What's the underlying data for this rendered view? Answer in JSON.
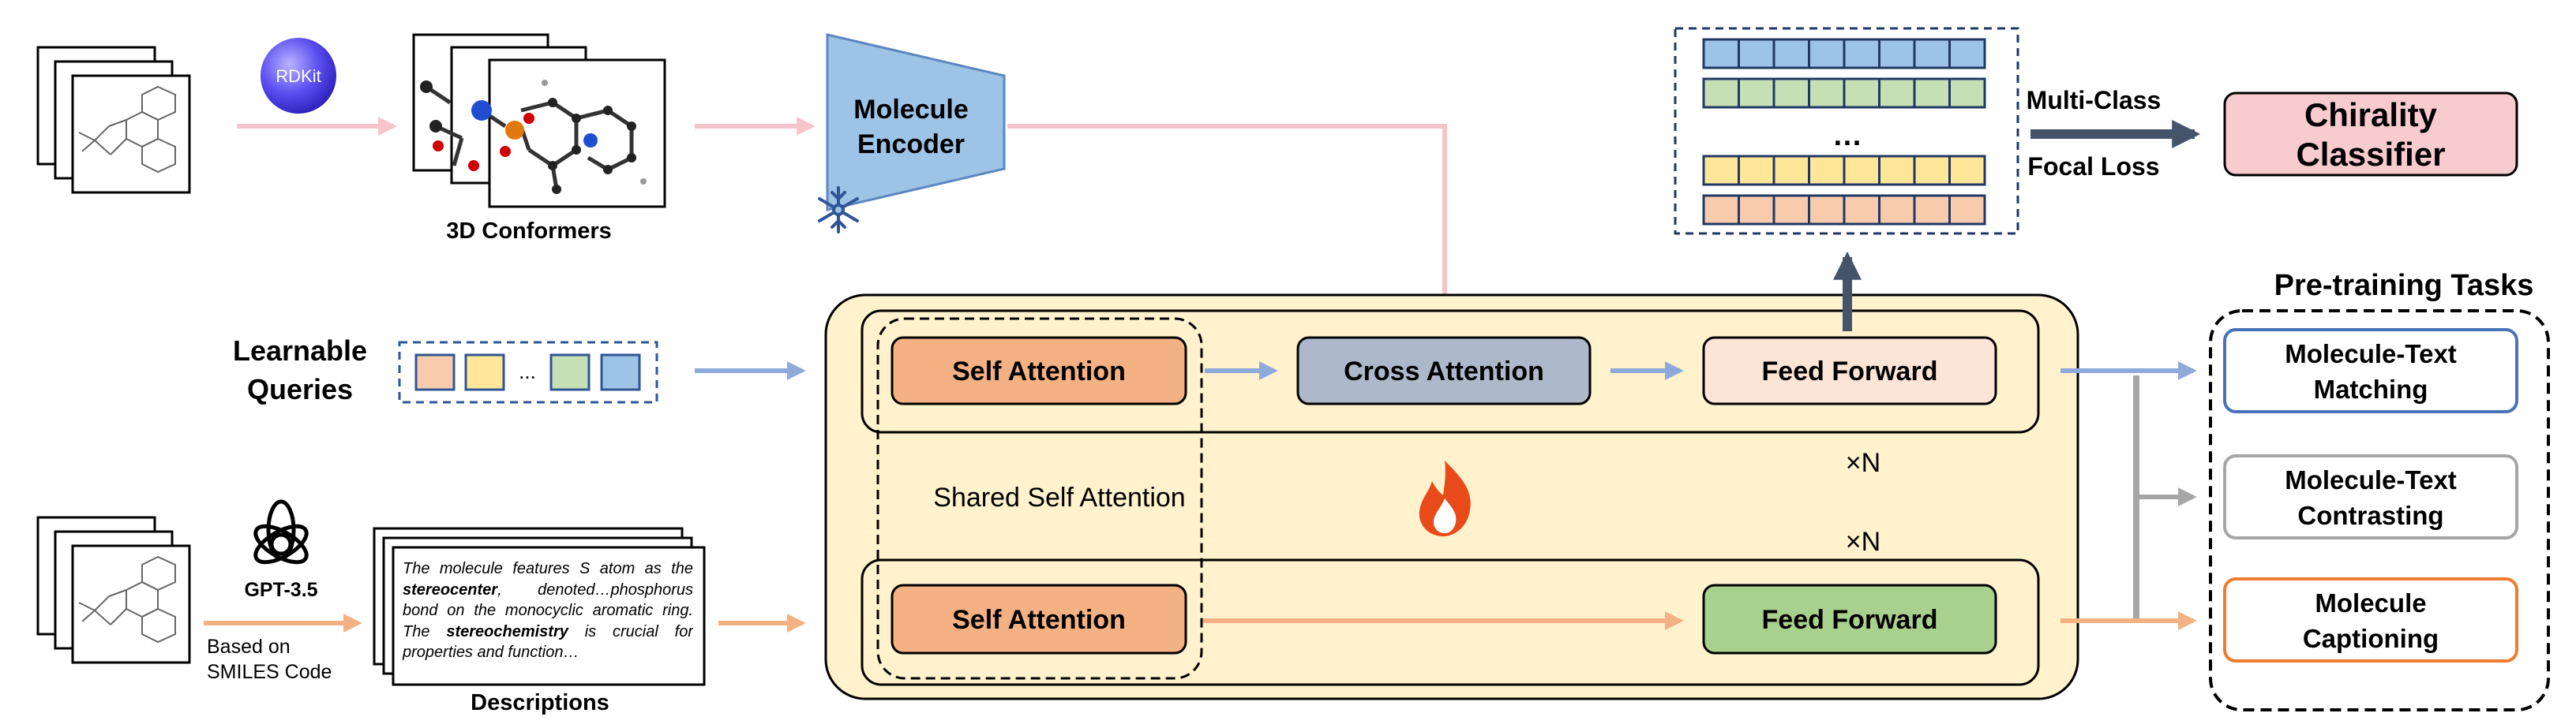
{
  "rdkit_label": "RDKit",
  "conformers_caption": "3D Conformers",
  "encoder_label": [
    "Molecule",
    "Encoder"
  ],
  "queries_label": [
    "Learnable",
    "Queries"
  ],
  "queries_ellipsis": "...",
  "gpt_label": "GPT-3.5",
  "smiles_note": [
    "Based on",
    "SMILES Code"
  ],
  "description": {
    "parts": [
      {
        "t": "The molecule features S atom as the ",
        "b": false
      },
      {
        "t": "stereocenter",
        "b": true
      },
      {
        "t": ", denoted…phosphorus bond on the monocyclic aromatic ring. The ",
        "b": false
      },
      {
        "t": "stereochemistry",
        "b": true
      },
      {
        "t": " is crucial for properties and function…",
        "b": false
      }
    ]
  },
  "descriptions_caption": "Descriptions",
  "upper_block": {
    "self_attention": "Self Attention",
    "cross_attention": "Cross Attention",
    "feed_forward": "Feed Forward"
  },
  "lower_block": {
    "self_attention": "Self Attention",
    "feed_forward": "Feed Forward"
  },
  "shared_self_attention": "Shared Self Attention",
  "repeat_upper": "×N",
  "repeat_lower": "×N",
  "output_ellipsis": "…",
  "loss_label": [
    "Multi-Class",
    "Focal Loss"
  ],
  "classifier_label": [
    "Chirality",
    "Classifier"
  ],
  "pretraining": {
    "title": "Pre-training Tasks",
    "tasks": [
      {
        "label": [
          "Molecule-Text",
          "Matching"
        ],
        "color": "#4a72b8"
      },
      {
        "label": [
          "Molecule-Text",
          "Contrasting"
        ],
        "color": "#a6a6a6"
      },
      {
        "label": [
          "Molecule",
          "Captioning"
        ],
        "color": "#ed7d31"
      }
    ]
  },
  "colors": {
    "pink_arrow": "#f8c4cc",
    "blue_arrow": "#8eaadb",
    "orange_arrow": "#f4b183",
    "gray_arrow": "#a6a6a6",
    "dark_arrow": "#44546a",
    "panel_fill": "#fff2cc",
    "self_attention": "#f4b183",
    "cross_attention": "#adb9ca",
    "ff_upper": "#fce4d6",
    "ff_lower": "#a9d18e",
    "encoder": "#9dc3e6",
    "classifier": "#f8cbcf",
    "row_blue": "#9dc3e6",
    "row_green": "#c5e0b4",
    "row_yellow": "#ffe699",
    "row_orange": "#f8cbad",
    "query_blue": "#9dc3e6",
    "query_green": "#c5e0b4",
    "query_yellow": "#ffe699",
    "query_orange": "#f8cbad"
  }
}
